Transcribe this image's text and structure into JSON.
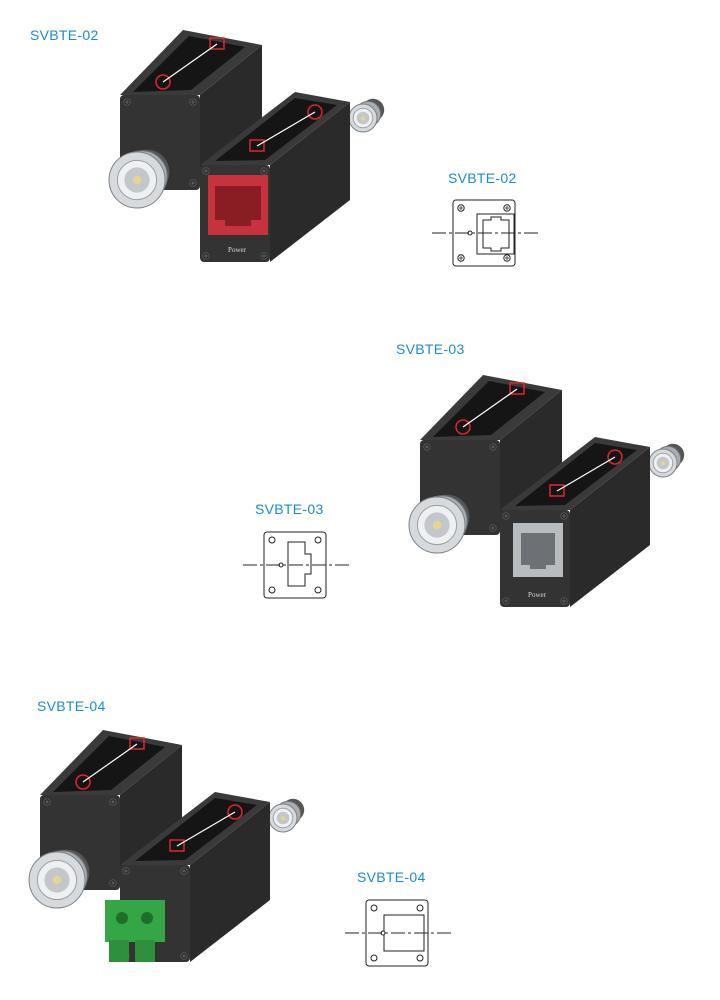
{
  "accent_color": "#1a8ad4",
  "products": [
    {
      "model": "SVBTE-02",
      "diagram_label": "SVBTE-02",
      "port_type": "rj45",
      "port_color": "#c8323c",
      "port_text": "Power",
      "diagram_style": "rj45"
    },
    {
      "model": "SVBTE-03",
      "diagram_label": "SVBTE-03",
      "port_type": "rj11",
      "port_color": "#b9bcbf",
      "port_text": "Power",
      "diagram_style": "rj11"
    },
    {
      "model": "SVBTE-04",
      "diagram_label": "SVBTE-04",
      "port_type": "terminal",
      "port_color": "#35a646",
      "port_text": "",
      "diagram_style": "terminal"
    }
  ]
}
